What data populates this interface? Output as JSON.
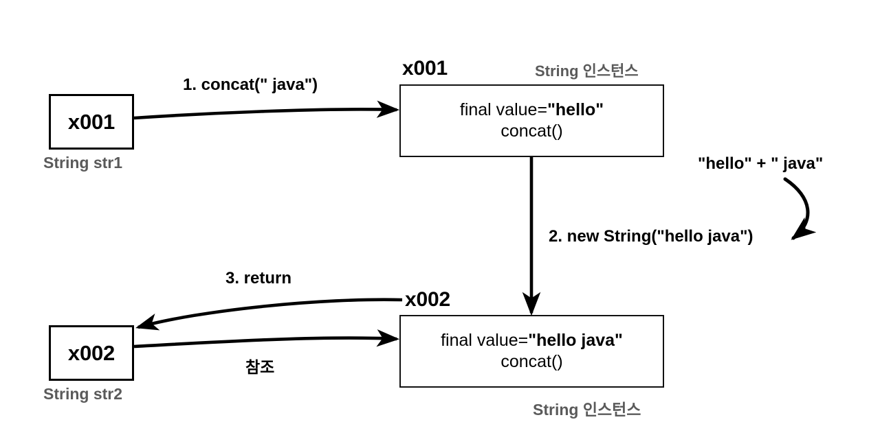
{
  "diagram": {
    "title_context": "String concat reference diagram",
    "colors": {
      "stroke": "#000000",
      "gray_label": "#5a5a5a",
      "background": "#ffffff"
    },
    "variables": [
      {
        "id": "str1",
        "value": "x001",
        "caption": "String str1"
      },
      {
        "id": "str2",
        "value": "x002",
        "caption": "String str2"
      }
    ],
    "instances": [
      {
        "id": "inst1",
        "address": "x001",
        "caption": "String 인스턴스",
        "field_prefix": "final value=",
        "field_value": "\"hello\"",
        "method": "concat()"
      },
      {
        "id": "inst2",
        "address": "x002",
        "caption": "String 인스턴스",
        "field_prefix": "final value=",
        "field_value": "\"hello java\"",
        "method": "concat()"
      }
    ],
    "annotations": {
      "step1": "1. concat(\" java\")",
      "step2": "2. new String(\"hello java\")",
      "step3": "3. return",
      "expression": "\"hello\" + \" java\"",
      "reference": "참조"
    }
  }
}
